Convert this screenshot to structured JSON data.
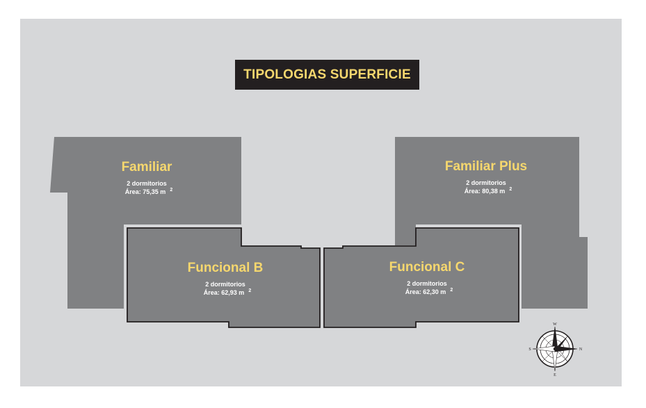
{
  "title": "TIPOLOGIAS SUPERFICIE",
  "colors": {
    "background": "#d6d7d9",
    "unit_fill": "#808183",
    "unit_outline": "#231f20",
    "title_bg": "#231f20",
    "accent_yellow": "#f5d76e",
    "text_white": "#ffffff"
  },
  "units": [
    {
      "name": "Familiar",
      "dormitorios": "2 dormitorios",
      "area": "Área: 75,35 m",
      "area_exponent": "2"
    },
    {
      "name": "Familiar Plus",
      "dormitorios": "2 dormitorios",
      "area": "Área: 80,38 m",
      "area_exponent": "2"
    },
    {
      "name": "Funcional B",
      "dormitorios": "2 dormitorios",
      "area": "Área: 62,93 m",
      "area_exponent": "2"
    },
    {
      "name": "Funcional C",
      "dormitorios": "2 dormitorios",
      "area": "Área: 62,30 m",
      "area_exponent": "2"
    }
  ],
  "compass": {
    "icon": "compass-rose-icon",
    "labels": {
      "top": "W",
      "bottom": "E",
      "left": "S",
      "right": "N"
    }
  }
}
